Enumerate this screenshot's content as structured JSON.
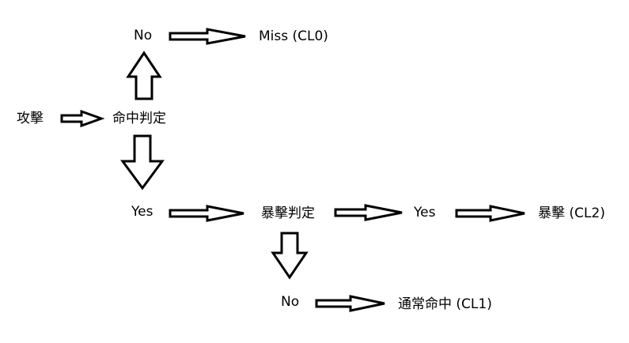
{
  "nodes": {
    "attack": "攻擊",
    "hit_check": "命中判定",
    "no_top": "No",
    "miss": "Miss (CL0)",
    "yes_left": "Yes",
    "crit_check": "暴擊判定",
    "yes_right": "Yes",
    "crit": "暴擊 (CL2)",
    "no_bottom": "No",
    "normal_hit": "通常命中 (CL1)"
  },
  "colors": {
    "text": "#000000",
    "arrow_stroke": "#000000",
    "arrow_fill": "#ffffff",
    "background": "#ffffff"
  }
}
